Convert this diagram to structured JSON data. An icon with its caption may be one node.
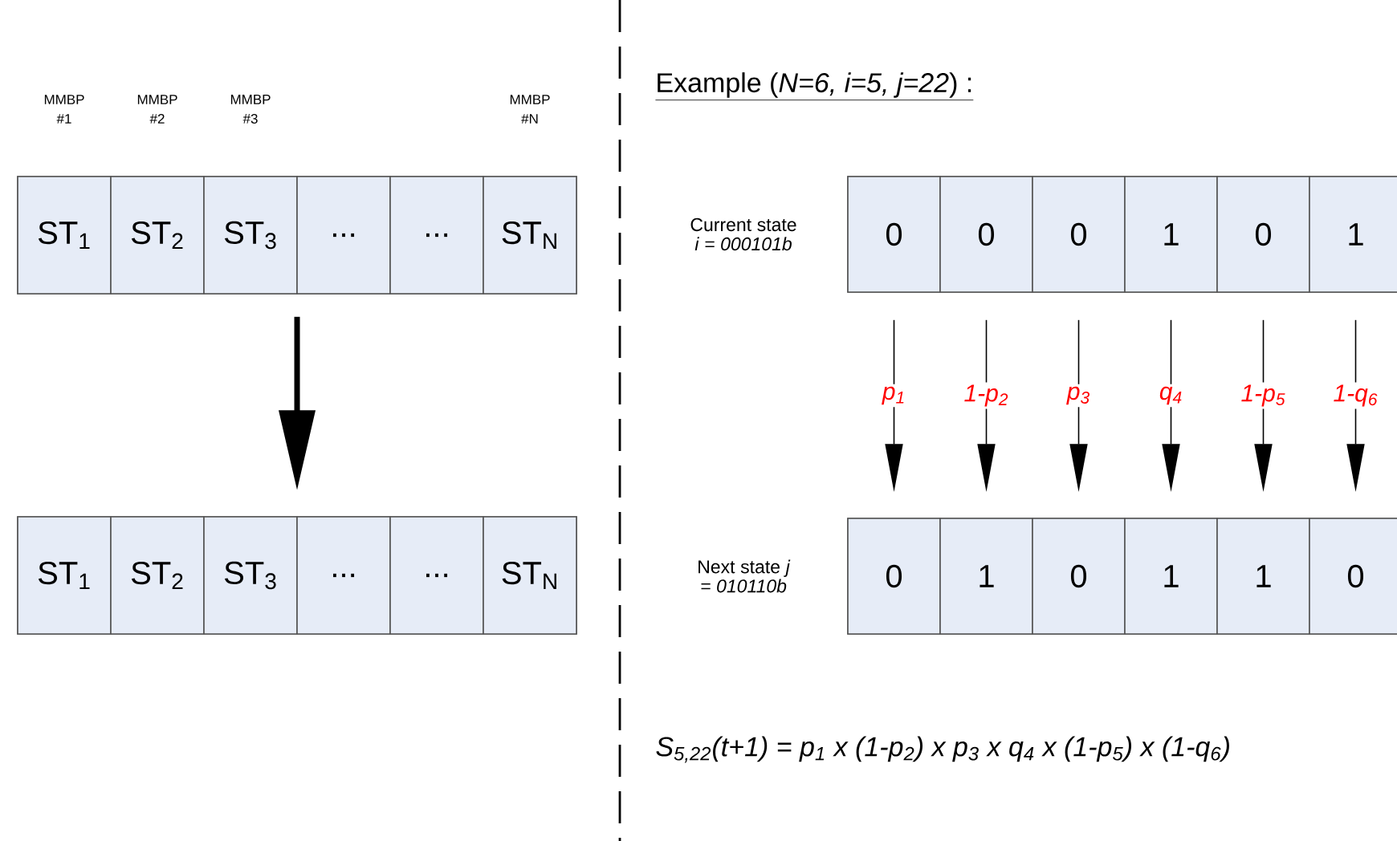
{
  "diagram": {
    "title": "Example (*N=6, i=5, j=22*) :",
    "nodes": [
      {
        "text": [],
        "shape": "box"
      },
      {
        "text": [
          "ST$_{1}$"
        ],
        "in": 0,
        "beside": [
          "MMBP #1"
        ]
      },
      {
        "text": [
          "ST$_{2}$"
        ],
        "in": 0,
        "beside": [
          "MMBP #2"
        ]
      },
      {
        "text": [
          "ST$_{3}$"
        ],
        "in": 0,
        "beside": [
          "MMBP #3"
        ]
      },
      {
        "text": [
          "..."
        ],
        "in": 0
      },
      {
        "text": [
          "..."
        ],
        "in": 0
      },
      {
        "text": [
          "ST$_{N}$"
        ],
        "in": 0,
        "beside": [
          "MMBP #N"
        ]
      },
      {
        "text": [],
        "shape": "box"
      },
      {
        "text": [
          "ST$_{1}$"
        ],
        "in": 7
      },
      {
        "text": [
          "ST$_{2}$"
        ],
        "in": 7
      },
      {
        "text": [
          "ST$_{3}$"
        ],
        "in": 7
      },
      {
        "text": [
          "..."
        ],
        "in": 7
      },
      {
        "text": [
          "..."
        ],
        "in": 7
      },
      {
        "text": [
          "ST$_{N}$"
        ],
        "in": 7
      },
      {
        "text": [],
        "shape": "box",
        "beside": [
          "Current state *i = 000101b*"
        ]
      },
      {
        "text": [
          "0"
        ],
        "in": 14
      },
      {
        "text": [
          "0"
        ],
        "in": 14
      },
      {
        "text": [
          "0"
        ],
        "in": 14
      },
      {
        "text": [
          "1"
        ],
        "in": 14
      },
      {
        "text": [
          "0"
        ],
        "in": 14
      },
      {
        "text": [
          "1"
        ],
        "in": 14
      },
      {
        "text": [],
        "shape": "box",
        "beside": [
          "Next state *j = 010110b*"
        ]
      },
      {
        "text": [
          "0"
        ],
        "in": 21
      },
      {
        "text": [
          "1"
        ],
        "in": 21
      },
      {
        "text": [
          "0"
        ],
        "in": 21
      },
      {
        "text": [
          "1"
        ],
        "in": 21
      },
      {
        "text": [
          "1"
        ],
        "in": 21
      },
      {
        "text": [
          "0"
        ],
        "in": 21
      }
    ],
    "edges": [
      {
        "from": 0,
        "to": 7,
        "arrow": "to",
        "style": "thick"
      },
      {
        "from": 15,
        "to": 22,
        "arrow": "to",
        "label": "p$_{1}$"
      },
      {
        "from": 16,
        "to": 23,
        "arrow": "to",
        "label": "1-p$_{2}$"
      },
      {
        "from": 17,
        "to": 24,
        "arrow": "to",
        "label": "p$_{3}$"
      },
      {
        "from": 18,
        "to": 25,
        "arrow": "to",
        "label": "q$_{4}$"
      },
      {
        "from": 19,
        "to": 26,
        "arrow": "to",
        "label": "1-p$_{5}$"
      },
      {
        "from": 20,
        "to": 27,
        "arrow": "to",
        "label": "1-q$_{6}$"
      }
    ],
    "labels": [
      "S$_{5,22}$(t+1) = p$_{1}$ x (1-p$_{2}$) x p$_{3}$ x q$_{4}$ x (1-p$_{5}$) x (1-q$_{6}$)"
    ]
  }
}
